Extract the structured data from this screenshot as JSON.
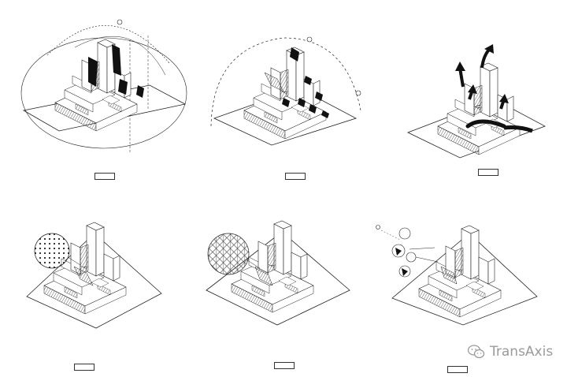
{
  "panels": [
    {
      "id": "sun-path",
      "label": ""
    },
    {
      "id": "solar-exposure",
      "label": ""
    },
    {
      "id": "wind-flow",
      "label": ""
    },
    {
      "id": "facade-pattern-a",
      "label": ""
    },
    {
      "id": "facade-pattern-b",
      "label": ""
    },
    {
      "id": "facade-modules",
      "label": ""
    }
  ],
  "watermark": {
    "text": "TransAxis",
    "icon": "wechat-icon"
  },
  "colors": {
    "line": "#222222",
    "fill": "#111111",
    "watermark": "#9a9a9a"
  }
}
